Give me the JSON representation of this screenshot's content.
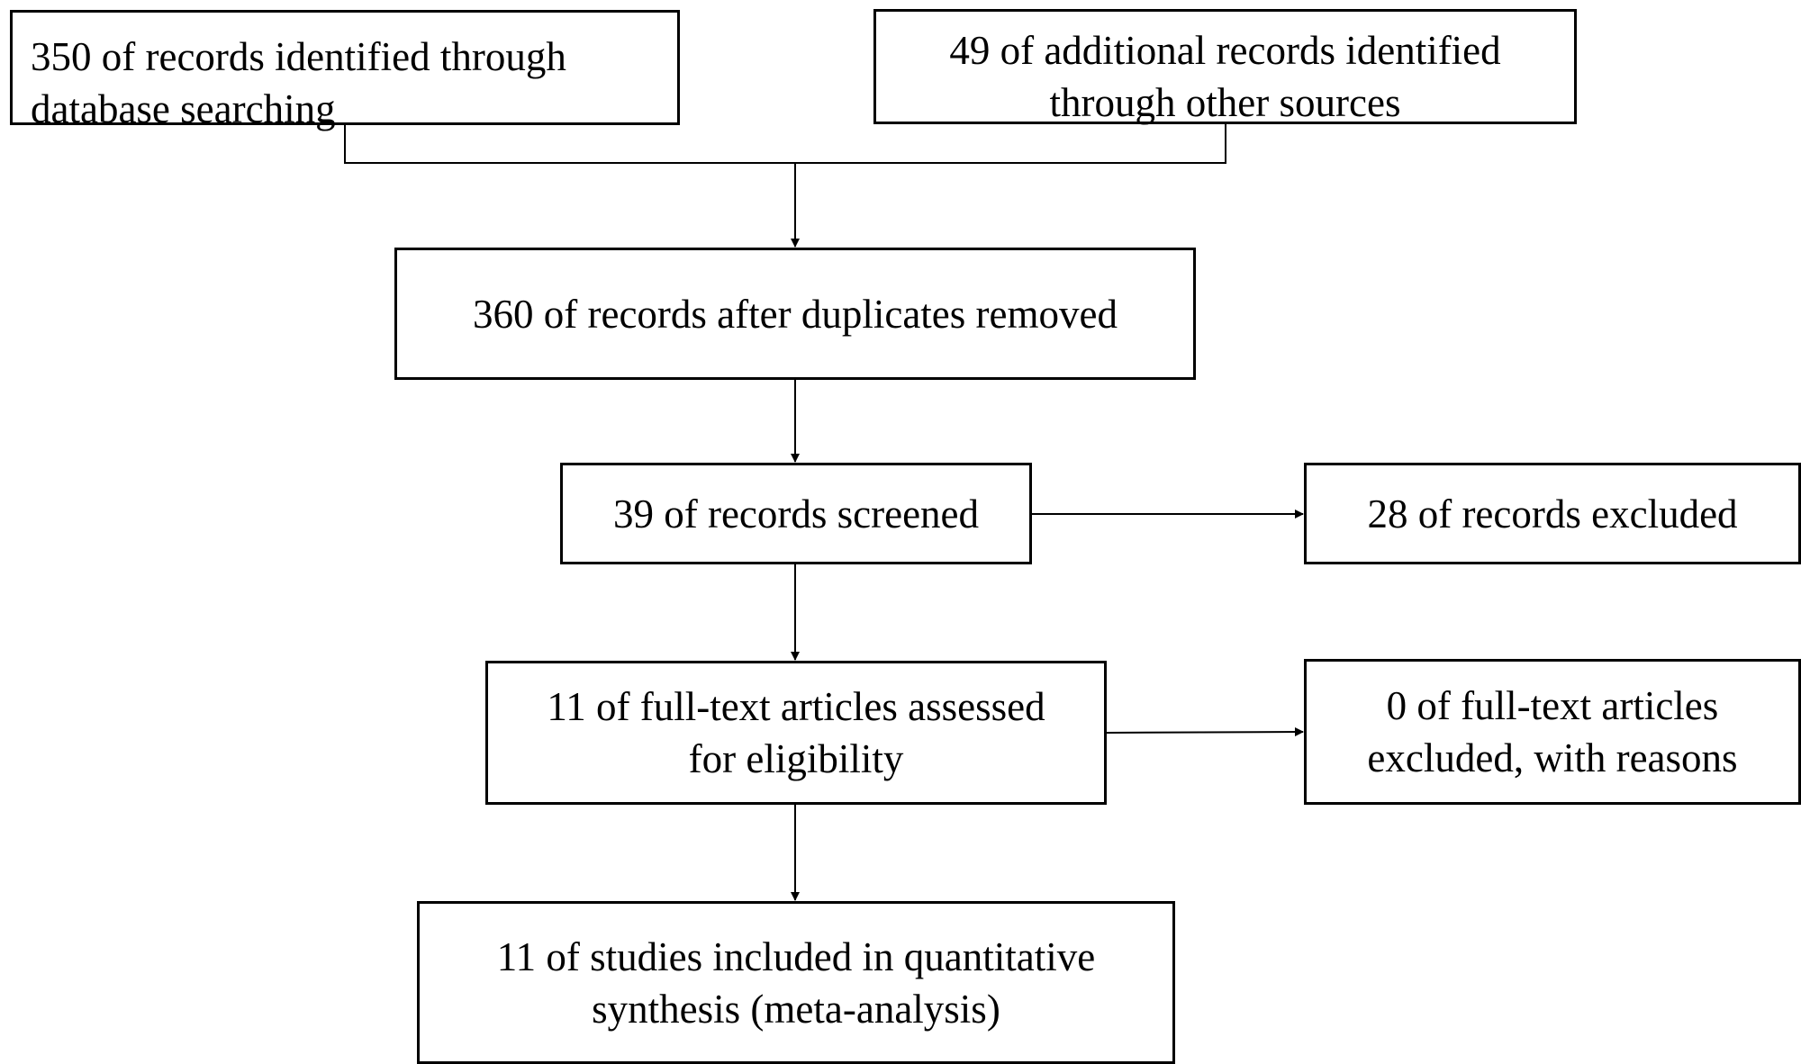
{
  "boxes": {
    "identified_database": "350 of records identified through\ndatabase searching",
    "identified_other": "49 of additional records identified\nthrough other sources",
    "after_duplicates": "360 of records after duplicates removed",
    "screened": "39 of records screened",
    "excluded": "28 of records excluded",
    "fulltext_assessed": "11 of full-text articles assessed\nfor eligibility",
    "fulltext_excluded": "0 of full-text articles\nexcluded, with reasons",
    "included": "11 of studies included in quantitative\nsynthesis (meta-analysis)"
  }
}
